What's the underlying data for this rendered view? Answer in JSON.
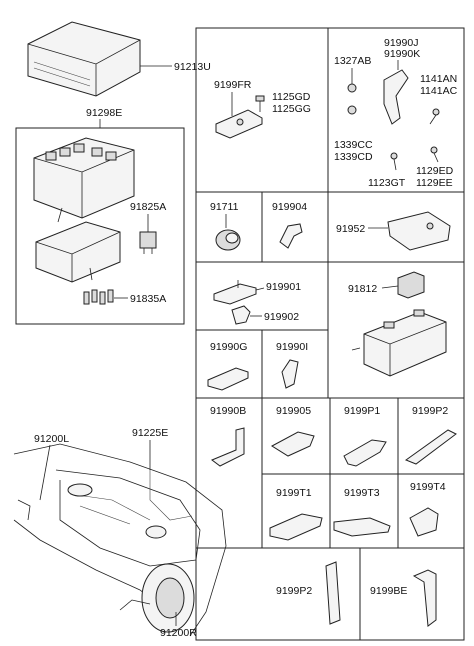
{
  "labels": {
    "p91213U": "91213U",
    "p91298E": "91298E",
    "p91825A": "91825A",
    "p91835A": "91835A",
    "p91200L": "91200L",
    "p91225E": "91225E",
    "p91200R": "91200R",
    "p9199FR": "9199FR",
    "p1125GD": "1125GD",
    "p1125GG": "1125GG",
    "p1327AB": "1327AB",
    "p91990J": "91990J",
    "p91990K": "91990K",
    "p1141AN": "1141AN",
    "p1141AC": "1141AC",
    "p1339CC": "1339CC",
    "p1339CD": "1339CD",
    "p1129ED": "1129ED",
    "p1123GT": "1123GT",
    "p1129EE": "1129EE",
    "p91711": "91711",
    "p919904": "919904",
    "p91952": "91952",
    "p919901": "919901",
    "p919902": "919902",
    "p91812": "91812",
    "p91990G": "91990G",
    "p91990I": "91990I",
    "p91990B": "91990B",
    "p919905": "919905",
    "p9199P1": "9199P1",
    "p9199P2a": "9199P2",
    "p9199T1": "9199T1",
    "p9199T3": "9199T3",
    "p9199T4": "9199T4",
    "p9199P2b": "9199P2",
    "p9199BE": "9199BE"
  }
}
